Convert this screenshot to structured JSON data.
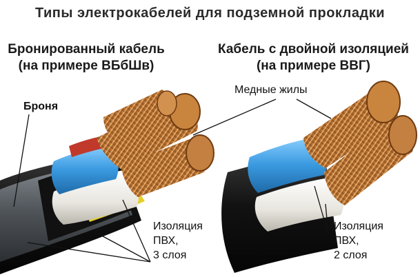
{
  "title": "Типы электрокабелей для подземной прокладки",
  "left_cable": {
    "heading_line1": "Бронированный кабель",
    "heading_line2": "(на примере ВБбШв)",
    "armor_label": "Броня",
    "insulation_line1": "Изоляция",
    "insulation_line2": "ПВХ,",
    "insulation_line3": "3 слоя"
  },
  "right_cable": {
    "heading_line1": "Кабель с двойной изоляцией",
    "heading_line2": "(на примере ВВГ)",
    "copper_label": "Медные жилы",
    "insulation_line1": "Изоляция",
    "insulation_line2": "ПВХ,",
    "insulation_line3": "2 слоя"
  },
  "colors": {
    "sheath": "#161616",
    "armor": "#5a5e62",
    "copper": "#c8853e",
    "blue_core": "#3f9fe0",
    "white_core": "#eeeeea",
    "yellow_core": "#e6cf2a",
    "red_core": "#c0392b"
  }
}
